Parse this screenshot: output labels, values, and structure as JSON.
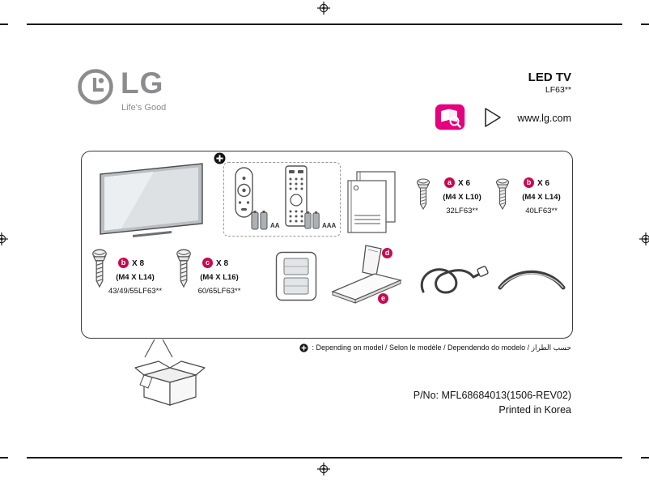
{
  "brand": {
    "name": "LG",
    "tagline": "Life's Good"
  },
  "header": {
    "product": "LED TV",
    "model": "LF63**",
    "website": "www.lg.com"
  },
  "accessories": {
    "battery_aa": "AA",
    "battery_aaa": "AAA",
    "items": [
      {
        "letter": "a",
        "qty": "X 6",
        "spec": "(M4 X L10)",
        "models": "32LF63**"
      },
      {
        "letter": "b",
        "qty": "X 6",
        "spec": "(M4 X L14)",
        "models": "40LF63**"
      },
      {
        "letter": "b",
        "qty": "X 8",
        "spec": "(M4 X L14)",
        "models": "43/49/55LF63**"
      },
      {
        "letter": "c",
        "qty": "X 8",
        "spec": "(M4 X L16)",
        "models": "60/65LF63**"
      }
    ],
    "callout_d": "d",
    "callout_e": "e"
  },
  "note": ": Depending on model / Selon le modèle / Dependendo do modelo / حسب الطراز",
  "footer": {
    "part_no": "P/No: MFL68684013(1506-REV02)",
    "printed": "Printed in Korea"
  },
  "colors": {
    "accent_pink": "#e6007e",
    "badge_red": "#c60a51",
    "logo_gray": "#8c8c8e"
  }
}
